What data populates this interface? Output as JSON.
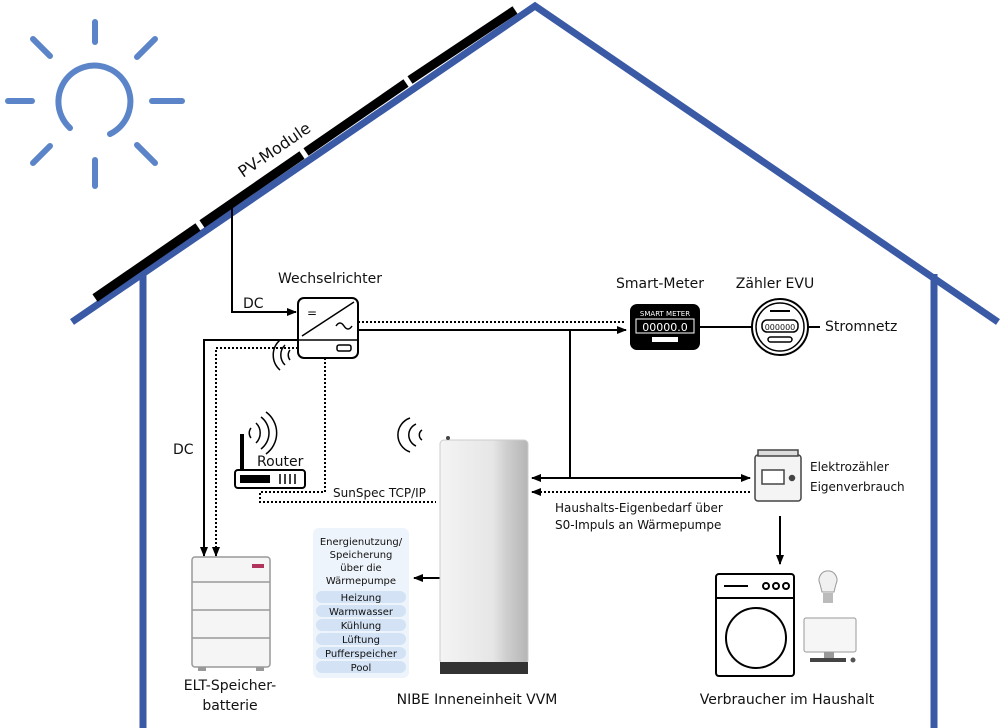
{
  "labels": {
    "pv_modules": "PV-Module",
    "inverter": "Wechselrichter",
    "dc_top": "DC",
    "dc_left": "DC",
    "smart_meter": "Smart-Meter",
    "smart_meter_screen_title": "SMART METER",
    "smart_meter_reading": "00000.0",
    "utility_meter": "Zähler EVU",
    "utility_meter_reading": "000000",
    "grid": "Stromnetz",
    "router": "Router",
    "sunspec": "SunSpec TCP/IP",
    "household_line1": "Haushalts-Eigenbedarf über",
    "household_line2": "S0-Impuls an Wärmepumpe",
    "elec_meter_line1": "Elektrozähler",
    "elec_meter_line2": "Eigenverbrauch",
    "battery_line1": "ELT-Speicher-",
    "battery_line2": "batterie",
    "heat_pump": "NIBE Inneneinheit VVM",
    "consumers": "Verbraucher im Haushalt"
  },
  "info_box": {
    "title_lines": [
      "Energienutzung/",
      "Speicherung",
      "über die",
      "Wärmepumpe"
    ],
    "items": [
      "Heizung",
      "Warmwasser",
      "Kühlung",
      "Lüftung",
      "Pufferspeicher",
      "Pool"
    ]
  },
  "colors": {
    "house": "#3b5aa6",
    "sun": "#5b85c8",
    "info_bg": "#eef4fb",
    "info_pill": "#d3e2f4"
  }
}
